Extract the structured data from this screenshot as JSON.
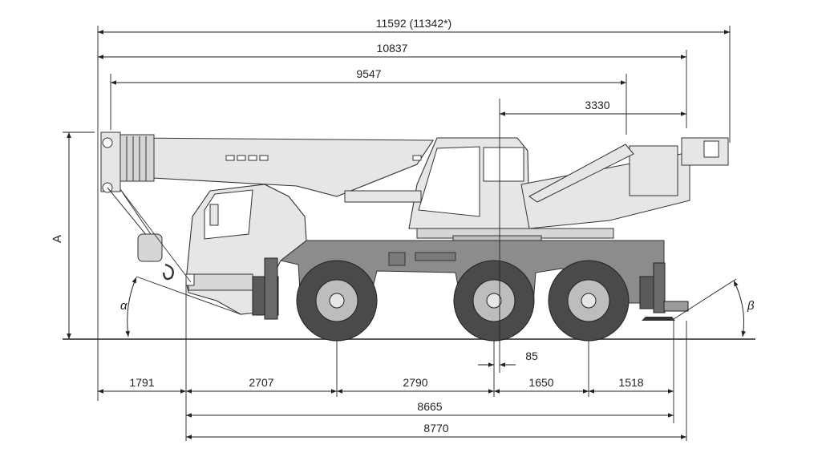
{
  "dimensions": {
    "overall_length": "11592 (11342*)",
    "boom_tip_length": "10837",
    "boom_length": "9547",
    "rear_overhang_top": "3330",
    "front_overhang": "1791",
    "wheelbase_front": "2707",
    "wheelbase_mid": "2790",
    "wheelbase_rear": "1650",
    "rear_overhang": "1518",
    "axle_offset": "85",
    "chassis_length": "8665",
    "total_length": "8770"
  },
  "labels": {
    "height": "A",
    "approach_angle": "α",
    "departure_angle": "β"
  },
  "colors": {
    "line": "#222222",
    "body_light": "#e6e6e6",
    "body_dark": "#8c8c8c",
    "tire": "#4a4a4a",
    "hub": "#bdbdbd"
  }
}
